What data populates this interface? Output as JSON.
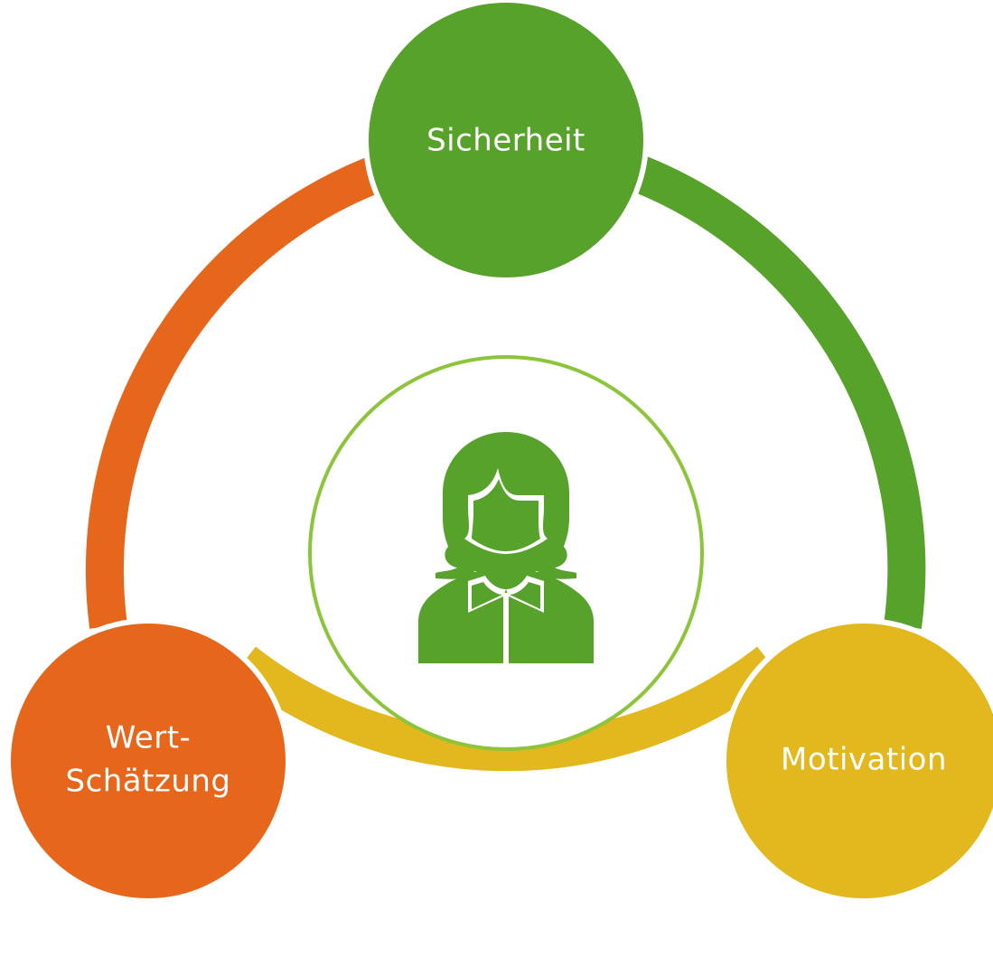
{
  "diagram": {
    "colors": {
      "green": "#56A22A",
      "orange": "#E6661B",
      "yellow": "#E2B81E",
      "center_ring": "#8CC43A",
      "background": "#FFFFFF",
      "text": "#FFFFFF"
    },
    "nodes": {
      "sicherheit": {
        "label": "Sicherheit"
      },
      "motivation": {
        "label": "Motivation"
      },
      "wertschaetzung": {
        "line1": "Wert-",
        "line2": "Schätzung"
      }
    },
    "center_icon": "woman-person-icon"
  }
}
